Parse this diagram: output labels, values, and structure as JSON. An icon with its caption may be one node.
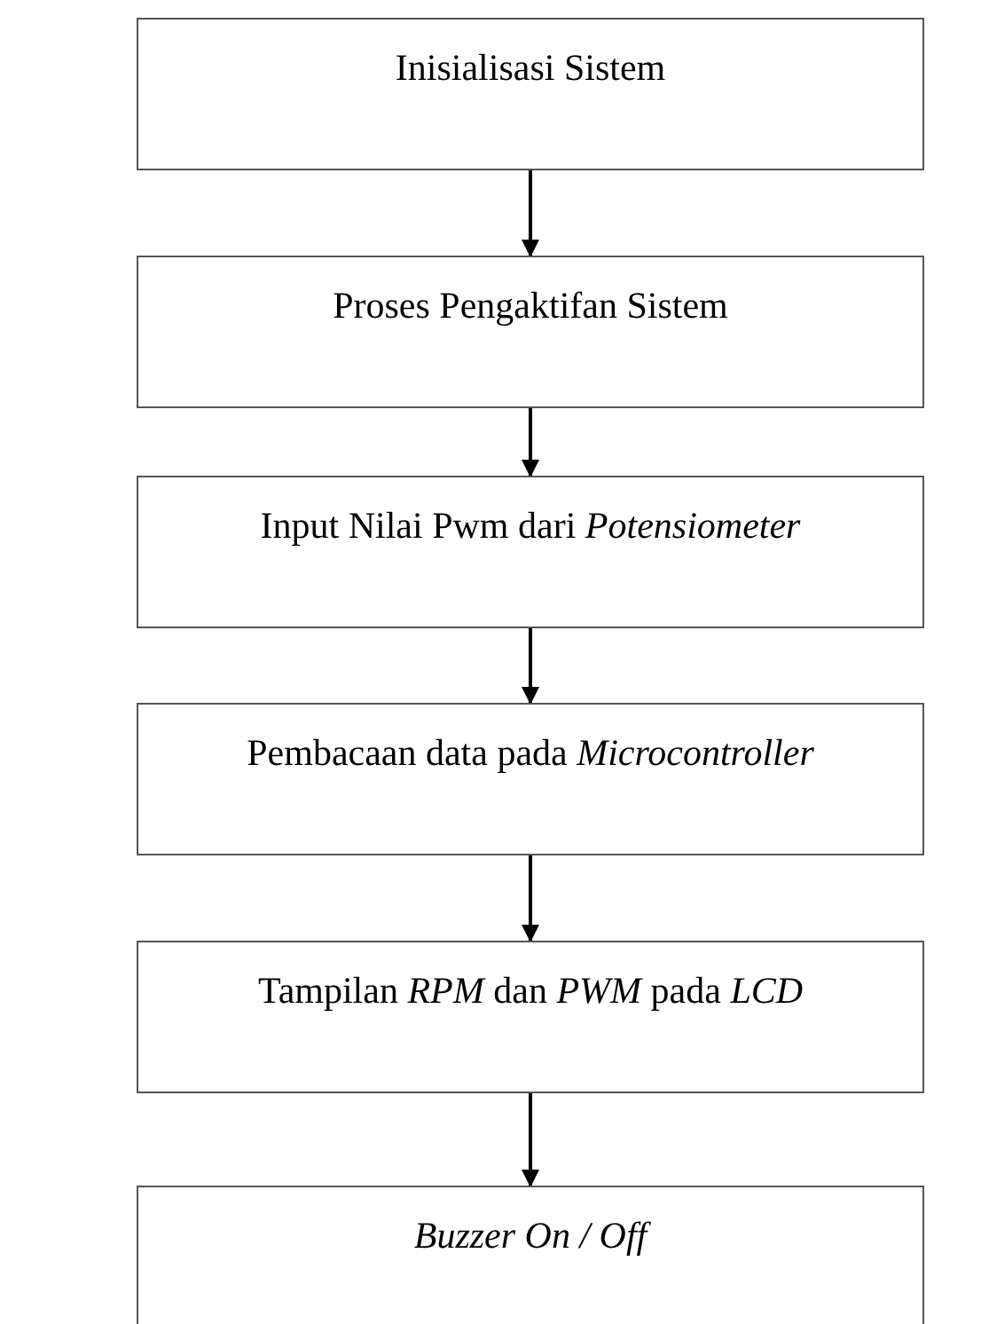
{
  "diagram": {
    "nodes": [
      {
        "text": [
          "Inisialisasi Sistem"
        ]
      },
      {
        "text": [
          "Proses Pengaktifan Sistem"
        ]
      },
      {
        "text": [
          "Input Nilai Pwm dari *Potensiometer*"
        ]
      },
      {
        "text": [
          "Pembacaan data pada *Microcontroller*"
        ]
      },
      {
        "text": [
          "Tampilan *RPM* dan *PWM* pada *LCD*"
        ]
      },
      {
        "text": [
          "*Buzzer On / Off*"
        ]
      }
    ],
    "edges": [
      {
        "from": 0,
        "to": 1,
        "arrow": "to"
      },
      {
        "from": 1,
        "to": 2,
        "arrow": "to"
      },
      {
        "from": 2,
        "to": 3,
        "arrow": "to"
      },
      {
        "from": 3,
        "to": 4,
        "arrow": "to"
      },
      {
        "from": 4,
        "to": 5,
        "arrow": "to"
      }
    ]
  }
}
